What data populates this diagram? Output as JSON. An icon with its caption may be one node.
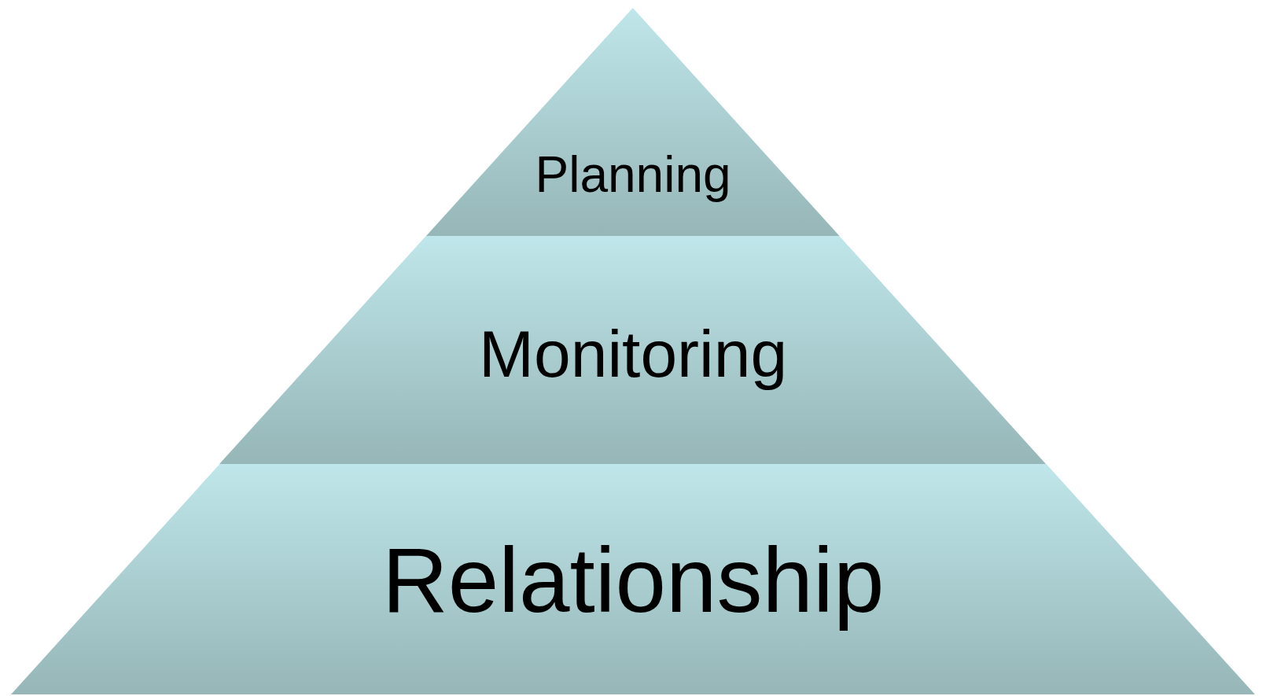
{
  "diagram": {
    "nodes": [
      {
        "text": [
          "Planning"
        ]
      },
      {
        "text": [
          "Monitoring"
        ]
      },
      {
        "text": [
          "Relationship"
        ]
      }
    ]
  }
}
